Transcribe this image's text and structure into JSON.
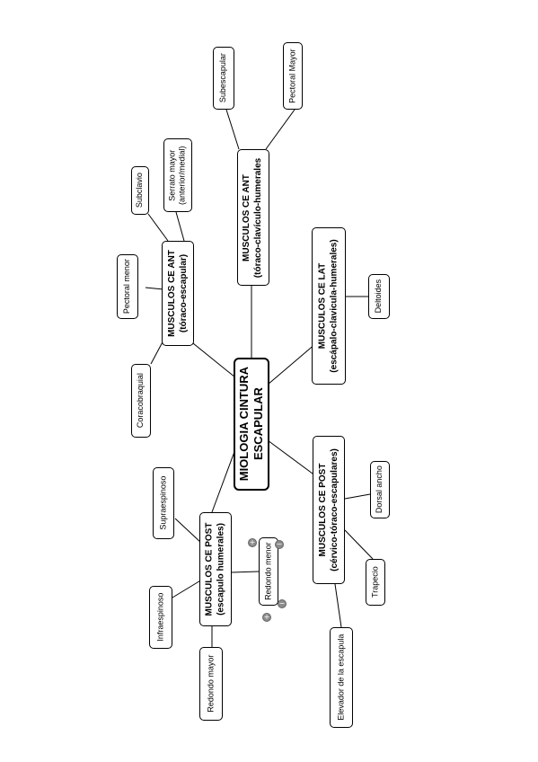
{
  "root": {
    "line1": "MIOLOGIA CINTURA",
    "line2": "ESCAPULAR"
  },
  "ant_toraco_escapular": {
    "line1": "MUSCULOS CE ANT",
    "line2": "(tóraco-escapular)"
  },
  "ant_toraco_clavicular": {
    "line1": "MUSCULOS CE ANT",
    "line2": "(tóraco-clavículo-humerales"
  },
  "lat": {
    "line1": "MUSCULOS CE LAT",
    "line2": "(escápalo-clavicula-humerales)"
  },
  "post_cervico": {
    "line1": "MUSCULOS CE POST",
    "line2": "(cérvico-tóraco-escapulares)"
  },
  "post_escapulo": {
    "line1": "MUSCULOS CE POST",
    "line2": "(escapulo humerales)"
  },
  "leaves": {
    "coracobraquial": "Coracobraquial",
    "pectoral_menor": "Pectoral menor",
    "subclavio": "Subclavio",
    "serrato_mayor": {
      "line1": "Serrato mayor",
      "line2": "(anterior/medial)"
    },
    "subescapular": "Subescapular",
    "pectoral_mayor": "Pectoral Mayor",
    "deltoides": "Deltoides",
    "dorsal_ancho": "Dorsal ancho",
    "trapecio": "Trapecio",
    "elevador_escapula": "Elevador de la escapula",
    "supraespinoso": "Supraespinoso",
    "infraespinoso": "Infraespinoso",
    "redondo_menor": "Redondo menor",
    "redondo_mayor": "Redondo mayor"
  },
  "controls": {
    "plus": "+",
    "minus": "−"
  },
  "colors": {
    "line": "#000000",
    "border": "#000000",
    "background": "#ffffff",
    "control": "#8c8c8c"
  }
}
